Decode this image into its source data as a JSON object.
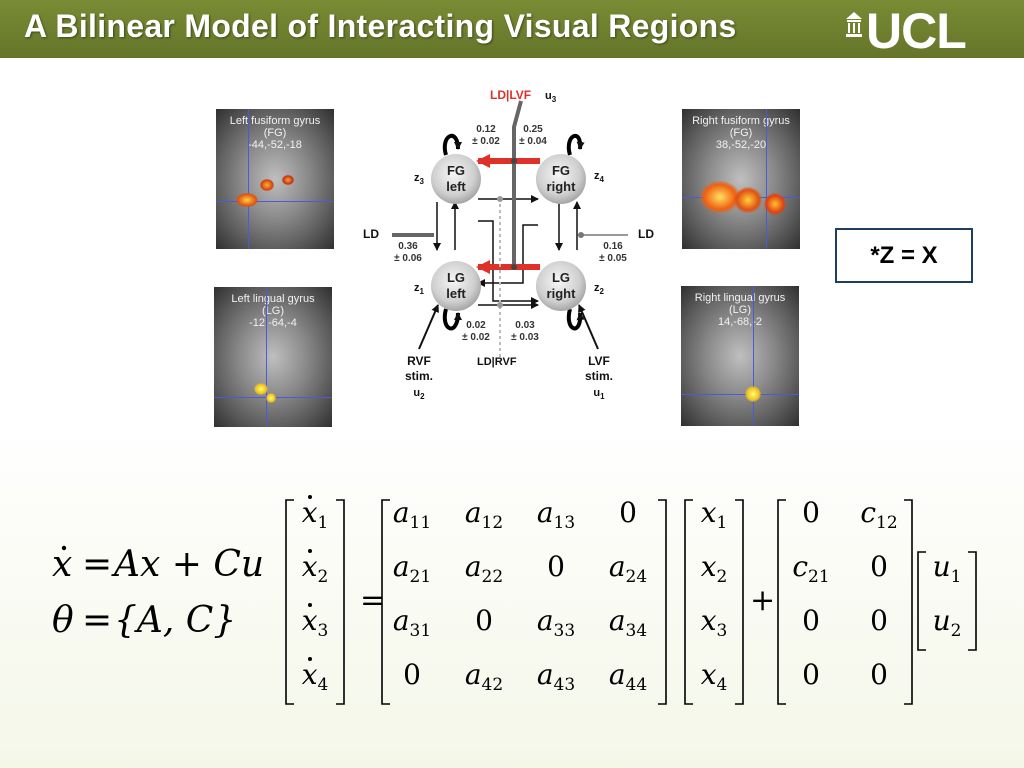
{
  "slide": {
    "title": "A Bilinear Model of Interacting Visual Regions",
    "logo_text": "UCL",
    "z_label": "*Z = X",
    "colors": {
      "title_bar": "#6f8030",
      "arrow_red": "#e0302a",
      "box_border": "#1f3f5f"
    }
  },
  "figure": {
    "panels": [
      {
        "caption": [
          "Left fusiform gyrus",
          "(FG)",
          "-44,-52,-18"
        ]
      },
      {
        "caption": [
          "Right fusiform gyrus",
          "(FG)",
          "38,-52,-20"
        ]
      },
      {
        "caption": [
          "Left lingual gyrus",
          "(LG)",
          "-12,-64,-4"
        ]
      },
      {
        "caption": [
          "Right lingual gyrus",
          "(LG)",
          "14,-68,-2"
        ]
      }
    ],
    "nodes": [
      {
        "line1": "FG",
        "line2": "left",
        "z": "z",
        "zi": "3"
      },
      {
        "line1": "FG",
        "line2": "right",
        "z": "z",
        "zi": "4"
      },
      {
        "line1": "LG",
        "line2": "left",
        "z": "z",
        "zi": "1"
      },
      {
        "line1": "LG",
        "line2": "right",
        "z": "z",
        "zi": "2"
      }
    ],
    "top_label": "LD|LVF",
    "top_u": "u",
    "top_u_sub": "3",
    "bottom_label": "LD|RVF",
    "ld_left": "LD",
    "ld_right": "LD",
    "coef_top_left": [
      "0.12",
      "± 0.02"
    ],
    "coef_top_right": [
      "0.25",
      "± 0.04"
    ],
    "coef_mid_left": [
      "0.36",
      "± 0.06"
    ],
    "coef_mid_right": [
      "0.16",
      "± 0.05"
    ],
    "coef_bot_left": [
      "0.02",
      "± 0.02"
    ],
    "coef_bot_right": [
      "0.03",
      "± 0.03"
    ],
    "rvf_stim": [
      "RVF",
      "stim."
    ],
    "lvf_stim": [
      "LVF",
      "stim."
    ],
    "u_left": "u",
    "u_left_sub": "2",
    "u_right": "u",
    "u_right_sub": "1"
  },
  "equations": {
    "eq1": {
      "lhs": "x",
      "rhs": "Ax + Cu",
      "eq_sign": "="
    },
    "eq2": {
      "lhs": "θ",
      "rhs": "{A, C}",
      "eq_sign": "="
    },
    "xdot": [
      [
        "x",
        "1"
      ],
      [
        "x",
        "2"
      ],
      [
        "x",
        "3"
      ],
      [
        "x",
        "4"
      ]
    ],
    "A": [
      [
        [
          "a",
          "11"
        ],
        [
          "a",
          "12"
        ],
        [
          "a",
          "13"
        ],
        [
          "0",
          ""
        ]
      ],
      [
        [
          "a",
          "21"
        ],
        [
          "a",
          "22"
        ],
        [
          "0",
          ""
        ],
        [
          "a",
          "24"
        ]
      ],
      [
        [
          "a",
          "31"
        ],
        [
          "0",
          ""
        ],
        [
          "a",
          "33"
        ],
        [
          "a",
          "34"
        ]
      ],
      [
        [
          "0",
          ""
        ],
        [
          "a",
          "42"
        ],
        [
          "a",
          "43"
        ],
        [
          "a",
          "44"
        ]
      ]
    ],
    "x": [
      [
        "x",
        "1"
      ],
      [
        "x",
        "2"
      ],
      [
        "x",
        "3"
      ],
      [
        "x",
        "4"
      ]
    ],
    "C": [
      [
        [
          "0",
          ""
        ],
        [
          "c",
          "12"
        ]
      ],
      [
        [
          "c",
          "21"
        ],
        [
          "0",
          ""
        ]
      ],
      [
        [
          "0",
          ""
        ],
        [
          "0",
          ""
        ]
      ],
      [
        [
          "0",
          ""
        ],
        [
          "0",
          ""
        ]
      ]
    ],
    "u": [
      [
        "u",
        "1"
      ],
      [
        "u",
        "2"
      ]
    ],
    "equals": "=",
    "plus": "+"
  }
}
